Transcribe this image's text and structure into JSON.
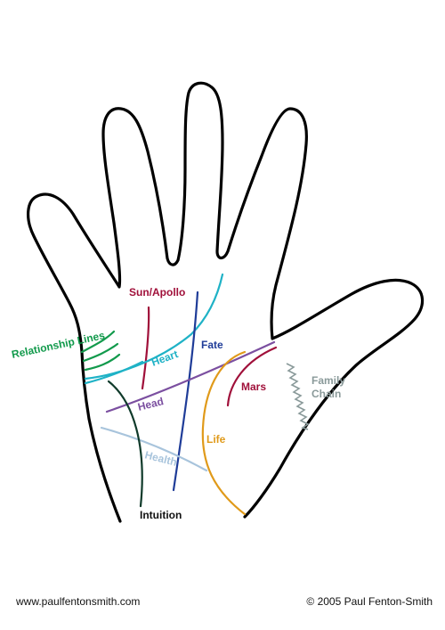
{
  "labels": {
    "sun_apollo": "Sun/Apollo",
    "relationship_lines": "Relationship Lines",
    "heart": "Heart",
    "fate": "Fate",
    "head": "Head",
    "mars": "Mars",
    "family_chain": [
      "Family",
      "Chain"
    ],
    "life": "Life",
    "health": "Health",
    "intuition": "Intuition"
  },
  "colors": {
    "outline": "#000000",
    "sun_apollo": "#a0103a",
    "relationship": "#129a4c",
    "heart": "#1fb2c6",
    "fate": "#1f3c98",
    "head": "#7b4fa0",
    "mars": "#a0103a",
    "family_chain": "#8a9a9a",
    "life": "#e09a1a",
    "health": "#a8c4dc",
    "intuition": "#0f3a2a"
  },
  "footer": {
    "website": "www.paulfentonsmith.com",
    "copyright": "© 2005  Paul Fenton-Smith"
  }
}
